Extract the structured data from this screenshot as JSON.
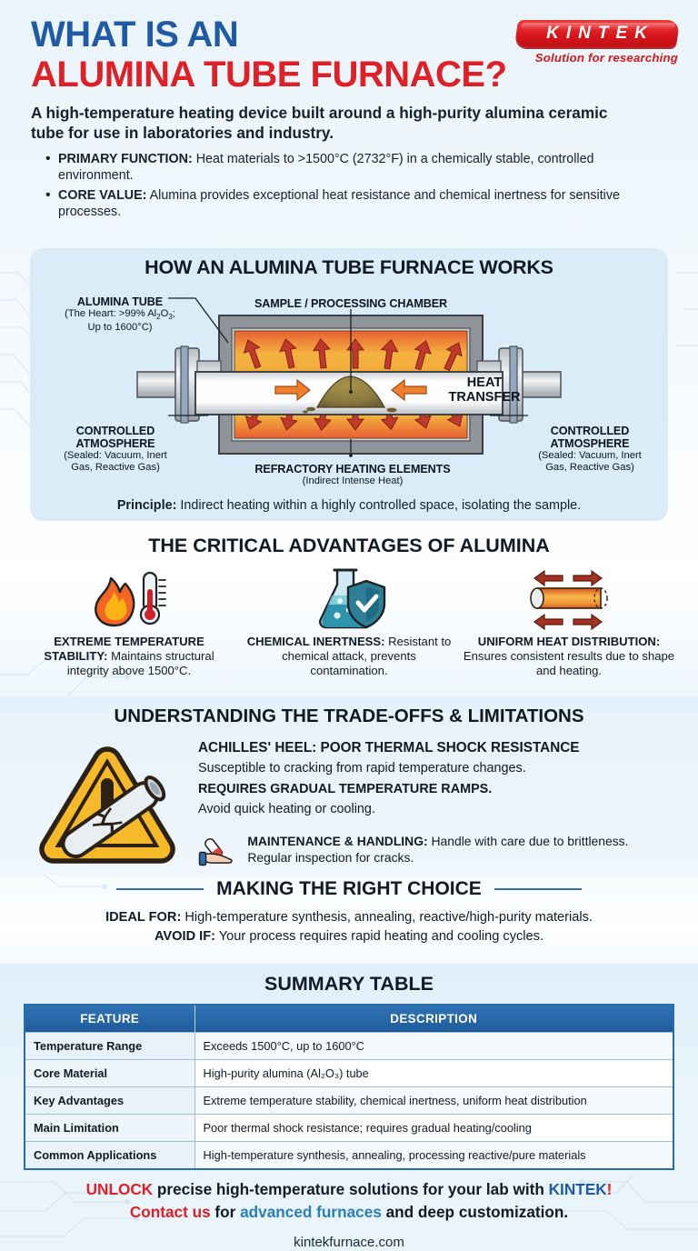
{
  "brand": {
    "logo_text": "KINTEK",
    "logo_tagline": "Solution for researching",
    "letters": [
      "K",
      "I",
      "N",
      "T",
      "E",
      "K"
    ],
    "red": "#d8171d",
    "blue": "#1f5aa6"
  },
  "header": {
    "title_line1": "WHAT IS AN",
    "title_line2": "ALUMINA TUBE FURNACE?",
    "lede": "A high-temperature heating device built around a high-purity alumina ceramic tube for use in laboratories and industry.",
    "bullets": [
      {
        "label": "PRIMARY FUNCTION:",
        "text": " Heat materials to >1500°C (2732°F) in a chemically stable, controlled environment."
      },
      {
        "label": "CORE VALUE:",
        "text": " Alumina provides exceptional heat resistance and chemical inertness for sensitive processes."
      }
    ]
  },
  "works": {
    "title": "HOW AN ALUMINA TUBE FURNACE WORKS",
    "labels": {
      "alumina_tube": "ALUMINA TUBE",
      "alumina_tube_sub_line1": "(The Heart: >99% Al",
      "alumina_tube_sub_line2": "Up to 1600°C)",
      "sample_chamber": "SAMPLE / PROCESSING CHAMBER",
      "heat_transfer_line1": "HEAT",
      "heat_transfer_line2": "TRANSFER",
      "heating_elements": "REFRACTORY HEATING ELEMENTS",
      "heating_elements_sub": "(Indirect Intense Heat)",
      "atmosphere_left": "CONTROLLED",
      "atmosphere_left2": "ATMOSPHERE",
      "atmosphere_left_sub1": "(Sealed: Vacuum, Inert",
      "atmosphere_left_sub2": "Gas, Reactive Gas)",
      "atmosphere_right": "CONTROLLED",
      "atmosphere_right2": "ATMOSPHERE",
      "atmosphere_right_sub1": "(Sealed: Vacuum, Inert",
      "atmosphere_right_sub2": "Gas, Reactive Gas)"
    },
    "principle_label": "Principle:",
    "principle_text": " Indirect heating within a highly controlled space, isolating the sample."
  },
  "advantages": {
    "title": "THE CRITICAL ADVANTAGES OF ALUMINA",
    "items": [
      {
        "icon": "fire-thermometer-icon",
        "label": "EXTREME TEMPERATURE STABILITY:",
        "text": " Maintains structural integrity above 1500°C."
      },
      {
        "icon": "flask-shield-icon",
        "label": "CHEMICAL INERTNESS:",
        "text": " Resistant to chemical attack, prevents contamination."
      },
      {
        "icon": "heated-tube-icon",
        "label": "UNIFORM HEAT DISTRIBUTION:",
        "text": " Ensures consistent results due to shape and heating."
      }
    ]
  },
  "tradeoffs": {
    "title": "UNDERSTANDING THE TRADE-OFFS & LIMITATIONS",
    "heading": "ACHILLES' HEEL: POOR THERMAL SHOCK RESISTANCE",
    "line1": "Susceptible to cracking from rapid temperature changes.",
    "line2_bold": "REQUIRES GRADUAL TEMPERATURE RAMPS.",
    "line3": "Avoid quick heating or cooling.",
    "maintenance_label": "MAINTENANCE & HANDLING:",
    "maintenance_text": " Handle with care due to brittleness. Regular inspection for cracks."
  },
  "choice": {
    "title": "MAKING THE RIGHT CHOICE",
    "ideal_label": "IDEAL FOR:",
    "ideal_text": " High-temperature synthesis, annealing, reactive/high-purity materials.",
    "avoid_label": "AVOID IF:",
    "avoid_text": " Your process requires rapid heating and cooling cycles."
  },
  "summary": {
    "title": "SUMMARY TABLE",
    "headers": [
      "FEATURE",
      "DESCRIPTION"
    ],
    "rows": [
      {
        "feature": "Temperature Range",
        "description": "Exceeds 1500°C, up to 1600°C"
      },
      {
        "feature": "Core Material",
        "description": "High-purity alumina (Al₂O₃) tube"
      },
      {
        "feature": "Key Advantages",
        "description": "Extreme temperature stability, chemical inertness, uniform heat distribution"
      },
      {
        "feature": "Main Limitation",
        "description": "Poor thermal shock resistance; requires gradual heating/cooling"
      },
      {
        "feature": "Common Applications",
        "description": "High-temperature synthesis, annealing, processing reactive/pure materials"
      }
    ]
  },
  "footer": {
    "cta_unlock": "UNLOCK",
    "cta_mid": " precise high-temperature solutions for your lab with ",
    "cta_brand": "KINTEK",
    "cta_bang": "!",
    "cta_contact": "Contact us",
    "cta_for": " for ",
    "cta_advanced": "advanced furnaces",
    "cta_end": " and deep customization.",
    "website": "kintekfurnace.com"
  }
}
